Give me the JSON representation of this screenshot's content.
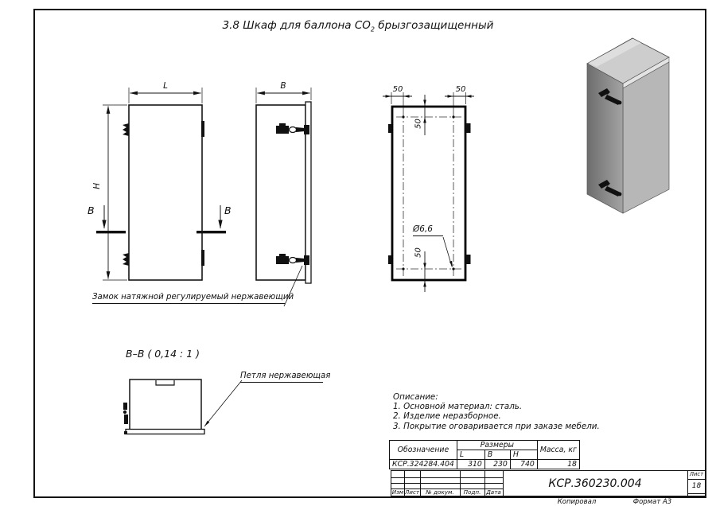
{
  "drawing": {
    "title": {
      "prefix": "3.8 Шкаф для баллона CO",
      "subscript": "2",
      "suffix": " брызгозащищенный"
    }
  },
  "views": {
    "front": {
      "width_label": "L",
      "height_label": "H",
      "section_label": "B"
    },
    "side": {
      "width_label": "B",
      "latch_label": "Замок натяжной регулируемый нержавеющий"
    },
    "plan": {
      "dim_top_left": "50",
      "dim_top_right": "50",
      "dim_upper": "50",
      "dim_lower": "50",
      "hole_label": "Ø6,6"
    },
    "section": {
      "title": "B–B ( 0,14 : 1 )",
      "hinge_label": "Петля нержавеющая"
    },
    "iso": {
      "colors": {
        "top": "#cdcdcd",
        "top_edge": "#e3e3e3",
        "front": "#b7b7b7",
        "side_dark": "#6d6d6d",
        "side_light": "#a3a3a3"
      }
    }
  },
  "description": {
    "heading": "Описание:",
    "items": [
      "1. Основной материал: сталь.",
      "2. Изделие неразборное.",
      "3. Покрытие оговаривается при заказе мебели."
    ]
  },
  "dim_table": {
    "designation_header": "Обозначение",
    "sizes_header": "Размеры",
    "col_l": "L",
    "col_b": "B",
    "col_h": "H",
    "mass_header": "Масса, кг",
    "row": {
      "designation": "КСР.324284.404",
      "l": "310",
      "b": "230",
      "h": "740",
      "mass": "18"
    }
  },
  "title_block": {
    "labels": {
      "izm": "Изм",
      "list": "Лист",
      "doc": "№ докум.",
      "podp": "Подп.",
      "data": "Дата"
    },
    "doc_number": "КСР.360230.004",
    "sheet_label": "Лист",
    "sheet_value": "18",
    "copied": "Копировал",
    "format": "Формат А3"
  }
}
